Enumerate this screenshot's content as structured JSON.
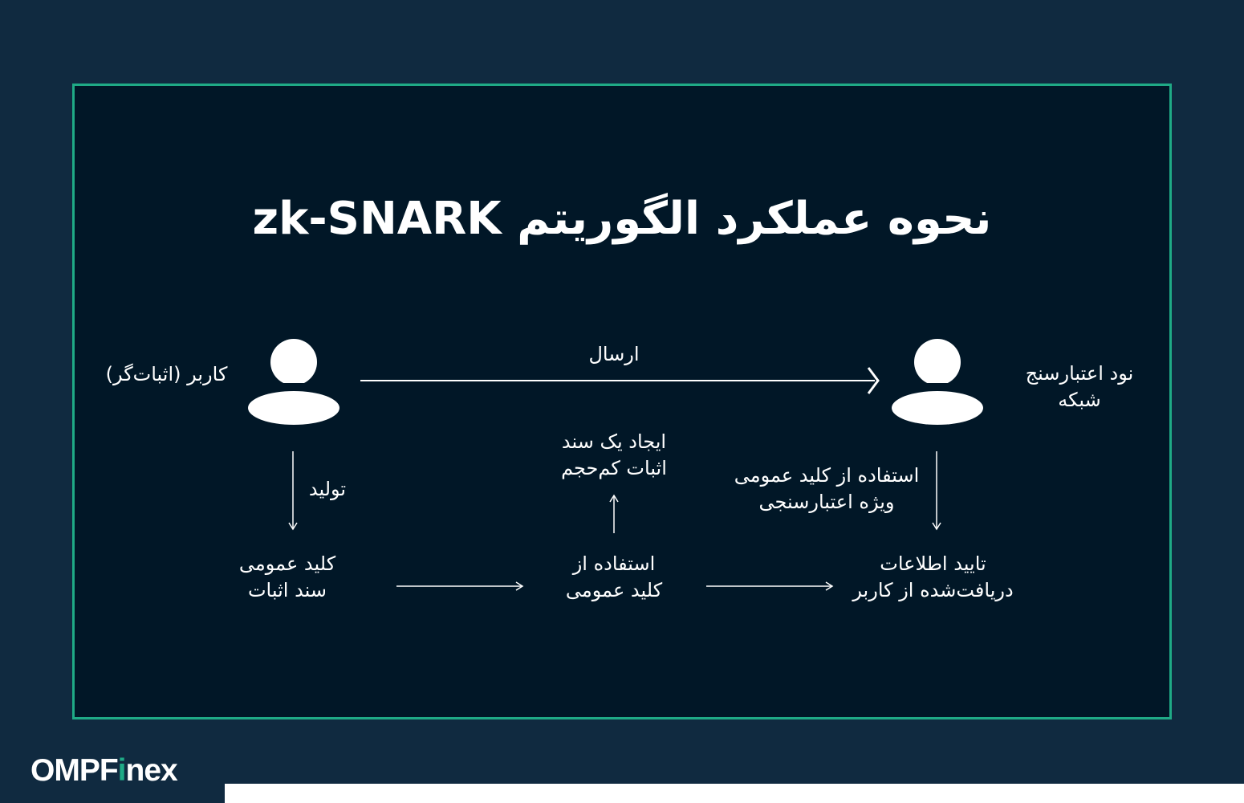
{
  "title": "نحوه عملکرد الگوریتم zk-SNARK",
  "prover": {
    "label": "کاربر (اثبات‌گر)",
    "icon": "user-icon"
  },
  "verifier": {
    "label_line1": "نود اعتبارسنج",
    "label_line2": "شبکه",
    "icon": "user-icon"
  },
  "send_label": "ارسال",
  "generate_label": "تولید",
  "nodes": {
    "public_key": {
      "line1": "کلید عمومی",
      "line2": "سند اثبات"
    },
    "use_public_key": {
      "line1": "استفاده از",
      "line2": "کلید عمومی"
    },
    "create_proof": {
      "line1": "ایجاد یک سند",
      "line2": "اثبات کم‌حجم"
    },
    "verifier_key": {
      "line1": "استفاده از کلید عمومی",
      "line2": "ویژه اعتبارسنجی"
    },
    "verify": {
      "line1": "تایید اطلاعات",
      "line2": "دریافت‌شده از کاربر"
    }
  },
  "logo": {
    "text_before": "OMPF",
    "text_accent": "i",
    "text_after": "nex"
  },
  "colors": {
    "background": "#102a40",
    "panel": "#011727",
    "accent": "#1faa86",
    "text": "#ffffff"
  }
}
